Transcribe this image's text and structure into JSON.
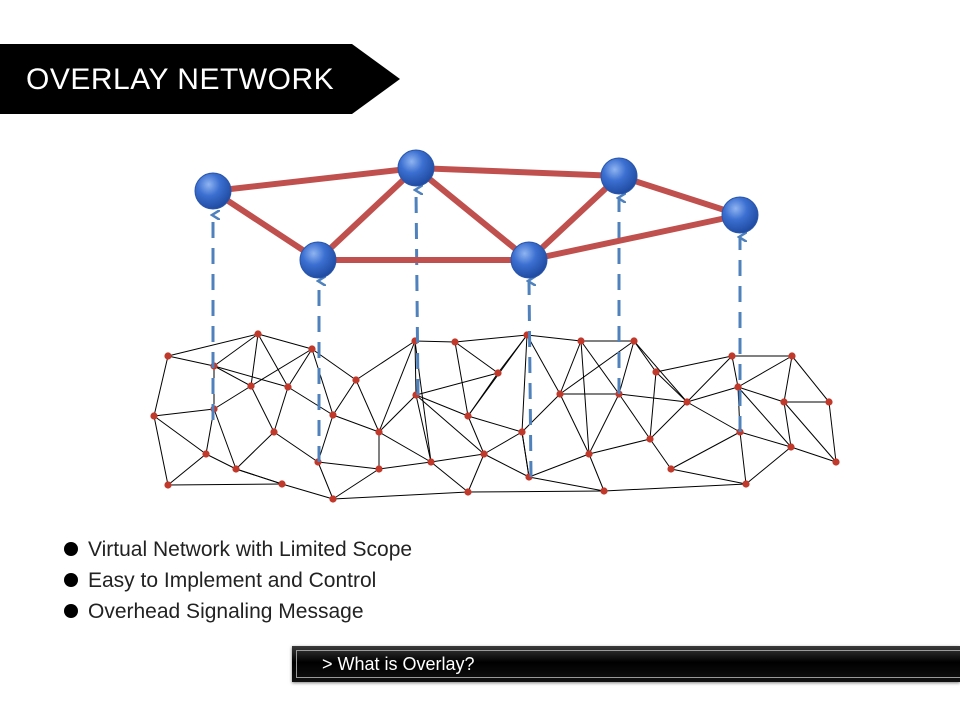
{
  "title": "OVERLAY NETWORK",
  "bullets": [
    "Virtual Network with Limited Scope",
    "Easy to Implement and Control",
    "Overhead Signaling Message"
  ],
  "footer": "> What is Overlay?",
  "colors": {
    "banner": "#000000",
    "overlay_node": "#3b6fd1",
    "overlay_link": "#c0504d",
    "mapping_arrow": "#4f81bd",
    "physical_node": "#c0392b",
    "physical_link": "#000000"
  },
  "icons": [
    "bullet-dot-icon",
    "arrow-banner-shape"
  ]
}
